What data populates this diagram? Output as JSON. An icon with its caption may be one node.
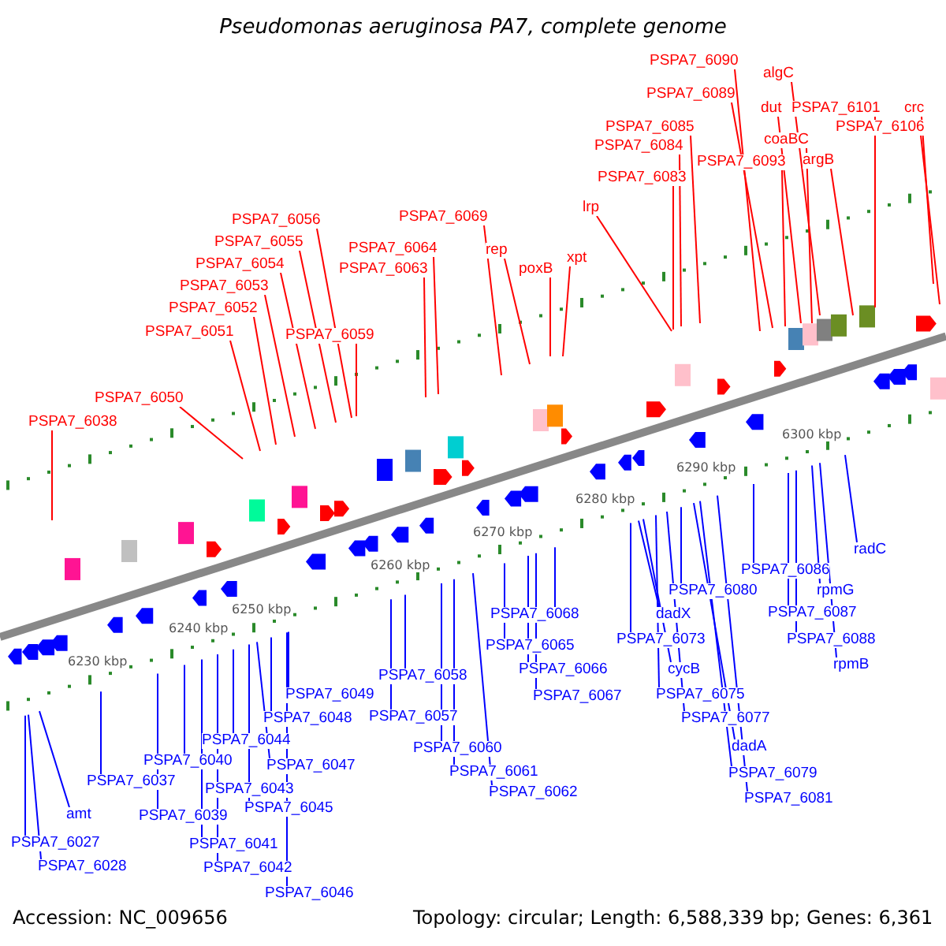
{
  "diagram": {
    "title": "Pseudomonas aeruginosa PA7, complete genome",
    "nodes": [
      {
        "text": [
          "PSPA7_6090"
        ]
      },
      {
        "text": [
          "PSPA7_6089"
        ]
      },
      {
        "text": [
          "algC"
        ]
      },
      {
        "text": [
          "dut"
        ]
      },
      {
        "text": [
          "PSPA7_6101"
        ]
      },
      {
        "text": [
          "crc"
        ]
      },
      {
        "text": [
          "PSPA7_6085"
        ]
      },
      {
        "text": [
          "PSPA7_6084"
        ]
      },
      {
        "text": [
          "coaBC"
        ]
      },
      {
        "text": [
          "PSPA7_6106"
        ]
      },
      {
        "text": [
          "PSPA7_6093"
        ]
      },
      {
        "text": [
          "argB"
        ]
      },
      {
        "text": [
          "PSPA7_6083"
        ]
      },
      {
        "text": [
          "lrp"
        ]
      },
      {
        "text": [
          "PSPA7_6056"
        ]
      },
      {
        "text": [
          "PSPA7_6069"
        ]
      },
      {
        "text": [
          "PSPA7_6055"
        ]
      },
      {
        "text": [
          "PSPA7_6064"
        ]
      },
      {
        "text": [
          "rep"
        ]
      },
      {
        "text": [
          "PSPA7_6054"
        ]
      },
      {
        "text": [
          "PSPA7_6063"
        ]
      },
      {
        "text": [
          "poxB"
        ]
      },
      {
        "text": [
          "xpt"
        ]
      },
      {
        "text": [
          "PSPA7_6053"
        ]
      },
      {
        "text": [
          "PSPA7_6052"
        ]
      },
      {
        "text": [
          "PSPA7_6051"
        ]
      },
      {
        "text": [
          "PSPA7_6059"
        ]
      },
      {
        "text": [
          "PSPA7_6050"
        ]
      },
      {
        "text": [
          "PSPA7_6038"
        ]
      },
      {
        "text": [
          "radC"
        ]
      },
      {
        "text": [
          "PSPA7_6086"
        ]
      },
      {
        "text": [
          "rpmG"
        ]
      },
      {
        "text": [
          "PSPA7_6080"
        ]
      },
      {
        "text": [
          "PSPA7_6068"
        ]
      },
      {
        "text": [
          "dadX"
        ]
      },
      {
        "text": [
          "PSPA7_6087"
        ]
      },
      {
        "text": [
          "PSPA7_6073"
        ]
      },
      {
        "text": [
          "PSPA7_6065"
        ]
      },
      {
        "text": [
          "PSPA7_6088"
        ]
      },
      {
        "text": [
          "cycB"
        ]
      },
      {
        "text": [
          "rpmB"
        ]
      },
      {
        "text": [
          "PSPA7_6066"
        ]
      },
      {
        "text": [
          "PSPA7_6075"
        ]
      },
      {
        "text": [
          "PSPA7_6058"
        ]
      },
      {
        "text": [
          "PSPA7_6067"
        ]
      },
      {
        "text": [
          "PSPA7_6049"
        ]
      },
      {
        "text": [
          "PSPA7_6077"
        ]
      },
      {
        "text": [
          "PSPA7_6057"
        ]
      },
      {
        "text": [
          "PSPA7_6048"
        ]
      },
      {
        "text": [
          "PSPA7_6044"
        ]
      },
      {
        "text": [
          "dadA"
        ]
      },
      {
        "text": [
          "PSPA7_6060"
        ]
      },
      {
        "text": [
          "PSPA7_6040"
        ]
      },
      {
        "text": [
          "PSPA7_6047"
        ]
      },
      {
        "text": [
          "PSPA7_6079"
        ]
      },
      {
        "text": [
          "PSPA7_6061"
        ]
      },
      {
        "text": [
          "PSPA7_6037"
        ]
      },
      {
        "text": [
          "PSPA7_6043"
        ]
      },
      {
        "text": [
          "PSPA7_6062"
        ]
      },
      {
        "text": [
          "PSPA7_6081"
        ]
      },
      {
        "text": [
          "amt"
        ]
      },
      {
        "text": [
          "PSPA7_6039"
        ]
      },
      {
        "text": [
          "PSPA7_6045"
        ]
      },
      {
        "text": [
          "PSPA7_6027"
        ]
      },
      {
        "text": [
          "PSPA7_6041"
        ]
      },
      {
        "text": [
          "PSPA7_6028"
        ]
      },
      {
        "text": [
          "PSPA7_6042"
        ]
      },
      {
        "text": [
          "PSPA7_6046"
        ]
      }
    ],
    "edges": [
      {
        "from": 0,
        "to": null,
        "arrow": "none",
        "color": "#ff0000"
      },
      {
        "from": 1,
        "to": null,
        "arrow": "none",
        "color": "#ff0000"
      },
      {
        "from": 2,
        "to": null,
        "arrow": "none",
        "color": "#ff0000"
      },
      {
        "from": 3,
        "to": null,
        "arrow": "none",
        "color": "#ff0000"
      },
      {
        "from": 4,
        "to": null,
        "arrow": "none",
        "color": "#ff0000"
      },
      {
        "from": 5,
        "to": null,
        "arrow": "none",
        "color": "#ff0000"
      },
      {
        "from": 6,
        "to": null,
        "arrow": "none",
        "color": "#ff0000"
      },
      {
        "from": 7,
        "to": null,
        "arrow": "none",
        "color": "#ff0000"
      },
      {
        "from": 8,
        "to": null,
        "arrow": "none",
        "color": "#ff0000"
      },
      {
        "from": 9,
        "to": null,
        "arrow": "none",
        "color": "#ff0000"
      },
      {
        "from": 10,
        "to": null,
        "arrow": "none",
        "color": "#ff0000"
      },
      {
        "from": 11,
        "to": null,
        "arrow": "none",
        "color": "#ff0000"
      },
      {
        "from": 12,
        "to": null,
        "arrow": "none",
        "color": "#ff0000"
      },
      {
        "from": 13,
        "to": null,
        "arrow": "none",
        "color": "#ff0000"
      },
      {
        "from": 14,
        "to": null,
        "arrow": "none",
        "color": "#ff0000"
      },
      {
        "from": 15,
        "to": null,
        "arrow": "none",
        "color": "#ff0000"
      },
      {
        "from": 16,
        "to": null,
        "arrow": "none",
        "color": "#ff0000"
      },
      {
        "from": 17,
        "to": null,
        "arrow": "none",
        "color": "#ff0000"
      },
      {
        "from": 18,
        "to": null,
        "arrow": "none",
        "color": "#ff0000"
      },
      {
        "from": 19,
        "to": null,
        "arrow": "none",
        "color": "#ff0000"
      },
      {
        "from": 20,
        "to": null,
        "arrow": "none",
        "color": "#ff0000"
      },
      {
        "from": 21,
        "to": null,
        "arrow": "none",
        "color": "#ff0000"
      },
      {
        "from": 22,
        "to": null,
        "arrow": "none",
        "color": "#ff0000"
      },
      {
        "from": 23,
        "to": null,
        "arrow": "none",
        "color": "#ff0000"
      },
      {
        "from": 24,
        "to": null,
        "arrow": "none",
        "color": "#ff0000"
      },
      {
        "from": 25,
        "to": null,
        "arrow": "none",
        "color": "#ff0000"
      },
      {
        "from": 26,
        "to": null,
        "arrow": "none",
        "color": "#ff0000"
      },
      {
        "from": 27,
        "to": null,
        "arrow": "none",
        "color": "#ff0000"
      },
      {
        "from": 28,
        "to": null,
        "arrow": "none",
        "color": "#ff0000"
      },
      {
        "from": 29,
        "to": null,
        "arrow": "none"
      },
      {
        "from": 30,
        "to": null,
        "arrow": "none"
      },
      {
        "from": 31,
        "to": null,
        "arrow": "none"
      },
      {
        "from": 32,
        "to": null,
        "arrow": "none"
      },
      {
        "from": 33,
        "to": null,
        "arrow": "none"
      },
      {
        "from": 34,
        "to": null,
        "arrow": "none"
      },
      {
        "from": 35,
        "to": null,
        "arrow": "none"
      },
      {
        "from": 36,
        "to": null,
        "arrow": "none"
      },
      {
        "from": 37,
        "to": null,
        "arrow": "none"
      },
      {
        "from": 38,
        "to": null,
        "arrow": "none"
      },
      {
        "from": 39,
        "to": null,
        "arrow": "none"
      },
      {
        "from": 40,
        "to": null,
        "arrow": "none"
      },
      {
        "from": 41,
        "to": null,
        "arrow": "none"
      },
      {
        "from": 42,
        "to": null,
        "arrow": "none"
      },
      {
        "from": 43,
        "to": null,
        "arrow": "none"
      },
      {
        "from": 44,
        "to": null,
        "arrow": "none"
      },
      {
        "from": 45,
        "to": null,
        "arrow": "none"
      },
      {
        "from": 46,
        "to": null,
        "arrow": "none"
      },
      {
        "from": 47,
        "to": null,
        "arrow": "none"
      },
      {
        "from": 48,
        "to": null,
        "arrow": "none"
      },
      {
        "from": 49,
        "to": null,
        "arrow": "none"
      },
      {
        "from": 50,
        "to": null,
        "arrow": "none"
      },
      {
        "from": 51,
        "to": null,
        "arrow": "none"
      },
      {
        "from": 52,
        "to": null,
        "arrow": "none"
      },
      {
        "from": 53,
        "to": null,
        "arrow": "none"
      },
      {
        "from": 54,
        "to": null,
        "arrow": "none"
      },
      {
        "from": 55,
        "to": null,
        "arrow": "none"
      },
      {
        "from": 56,
        "to": null,
        "arrow": "none"
      },
      {
        "from": 57,
        "to": null,
        "arrow": "none"
      },
      {
        "from": 58,
        "to": null,
        "arrow": "none"
      },
      {
        "from": 59,
        "to": null,
        "arrow": "none"
      },
      {
        "from": 60,
        "to": null,
        "arrow": "none"
      },
      {
        "from": 61,
        "to": null,
        "arrow": "none"
      },
      {
        "from": 62,
        "to": null,
        "arrow": "none"
      },
      {
        "from": 63,
        "to": null,
        "arrow": "none"
      },
      {
        "from": 64,
        "to": null,
        "arrow": "none"
      },
      {
        "from": 65,
        "to": null,
        "arrow": "none"
      },
      {
        "from": 66,
        "to": null,
        "arrow": "none"
      },
      {
        "from": 67,
        "to": null,
        "arrow": "none"
      }
    ],
    "labels": [
      "6300 kbp",
      "6290 kbp",
      "6280 kbp",
      "6270 kbp",
      "6260 kbp",
      "6250 kbp",
      "6240 kbp",
      "6230 kbp",
      "Accession: NC_009656",
      "Topology: circular; Length: 6,588,339 bp; Genes: 6,361"
    ]
  }
}
